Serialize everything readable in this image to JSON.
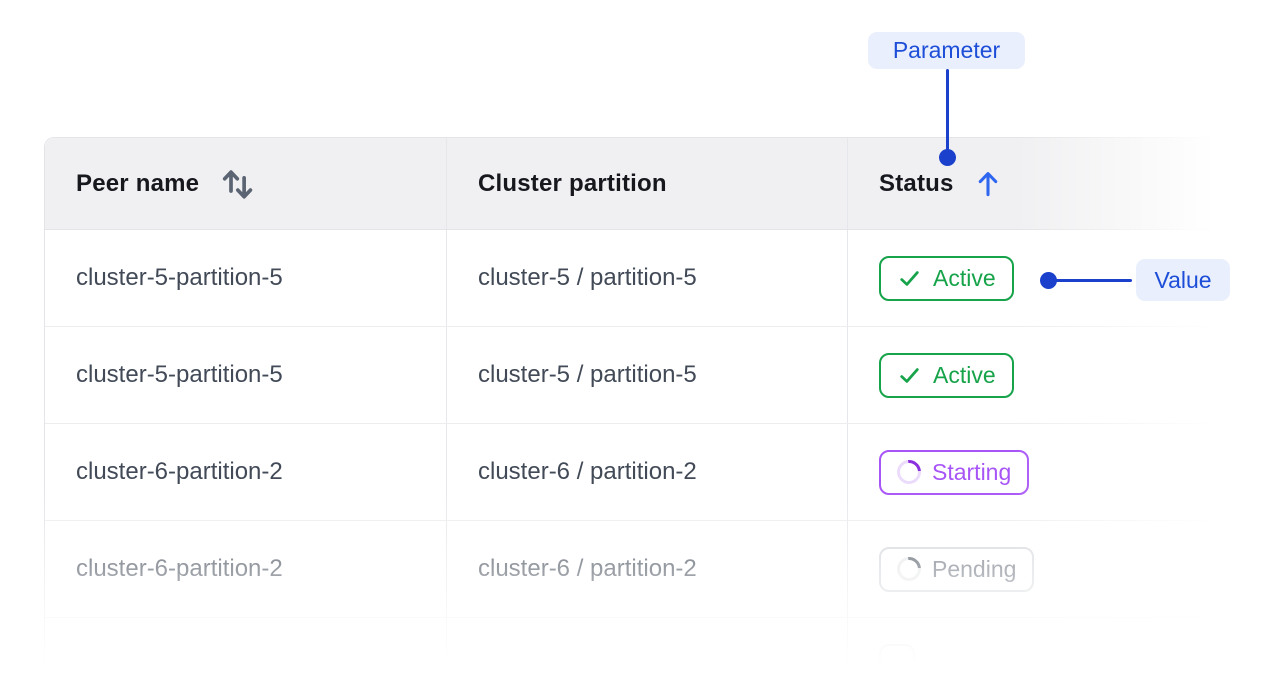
{
  "annotations": {
    "parameter_label": "Parameter",
    "value_label": "Value",
    "accent_text_color": "#1d4ed8",
    "line_color": "#1b41cc",
    "pill_bg_color": "#e9effc"
  },
  "table": {
    "columns": [
      {
        "label": "Peer name",
        "sort_state": "sortable",
        "sort_icon": "sort-updown-icon"
      },
      {
        "label": "Cluster partition",
        "sort_state": "none"
      },
      {
        "label": "Status",
        "sort_state": "ascending",
        "sort_icon": "arrow-up-icon"
      }
    ],
    "rows": [
      {
        "peer": "cluster-5-partition-5",
        "partition": "cluster-5 / partition-5",
        "status": "Active"
      },
      {
        "peer": "cluster-5-partition-5",
        "partition": "cluster-5 / partition-5",
        "status": "Active"
      },
      {
        "peer": "cluster-6-partition-2",
        "partition": "cluster-6 / partition-2",
        "status": "Starting"
      },
      {
        "peer": "cluster-6-partition-2",
        "partition": "cluster-6 / partition-2",
        "status": "Pending"
      },
      {
        "peer": "",
        "partition": "",
        "status": ""
      }
    ],
    "status_colors": {
      "active": "#16a34a",
      "starting": "#a855f7",
      "pending": "#6e7580"
    },
    "header_bg": "#f0f0f2"
  }
}
